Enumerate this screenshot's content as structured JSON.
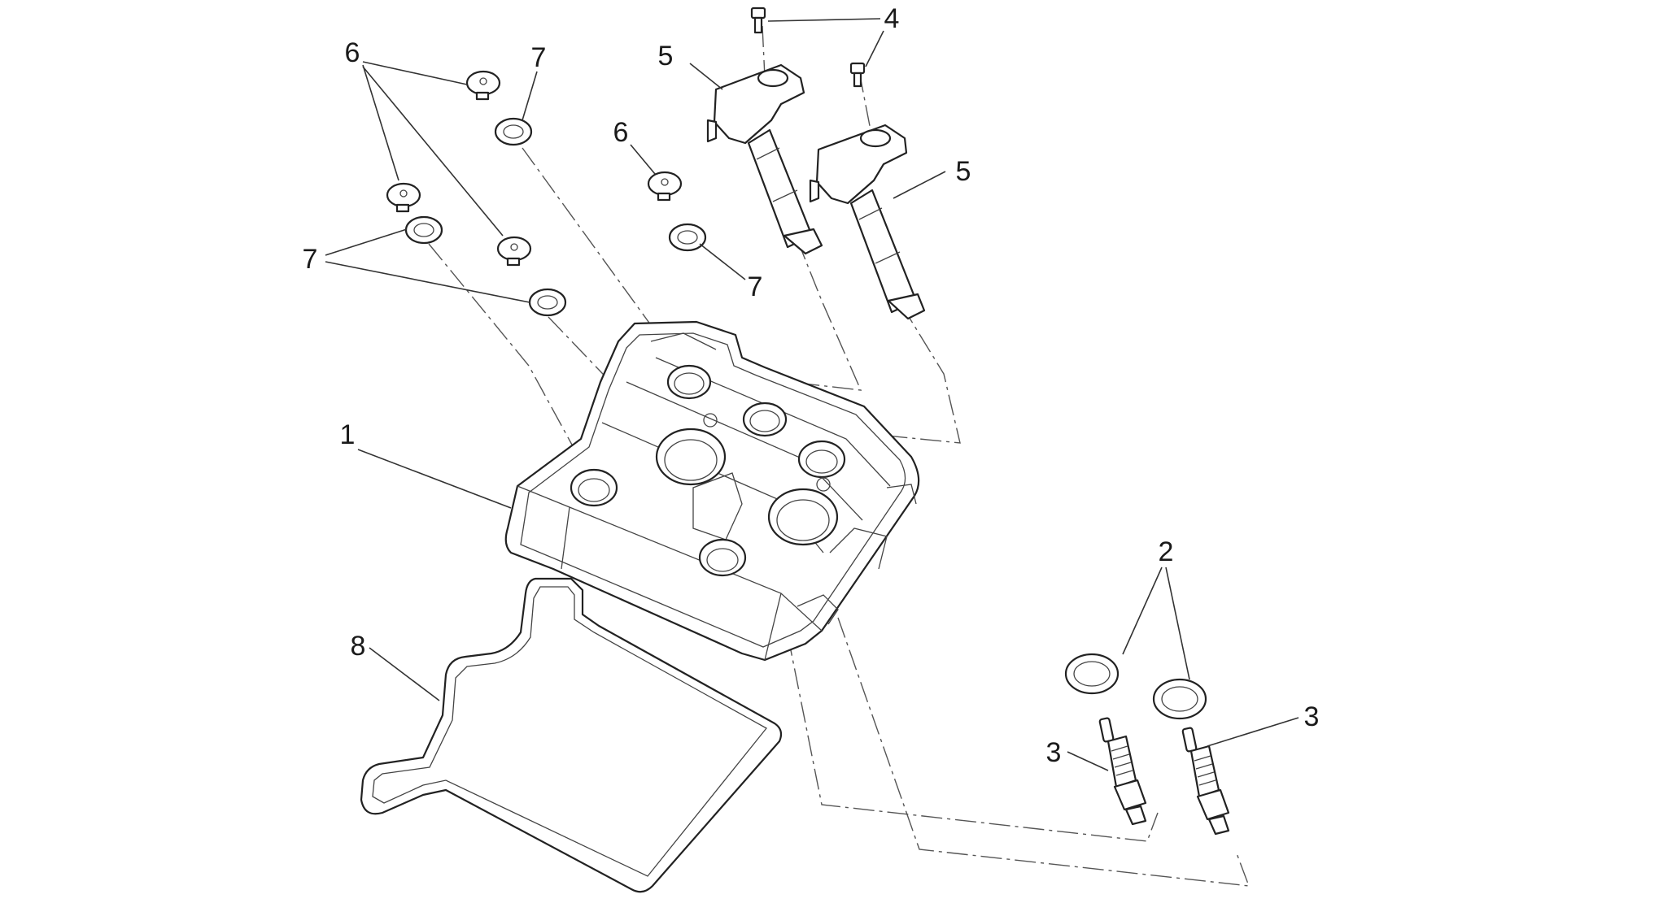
{
  "callouts": {
    "c1": "1",
    "c2": "2",
    "c3a": "3",
    "c3b": "3",
    "c4": "4",
    "c5a": "5",
    "c5b": "5",
    "c6a": "6",
    "c6b": "6",
    "c7a": "7",
    "c7b": "7",
    "c7c": "7",
    "c8": "8"
  },
  "colors": {
    "line": "#222222",
    "background": "#ffffff"
  }
}
